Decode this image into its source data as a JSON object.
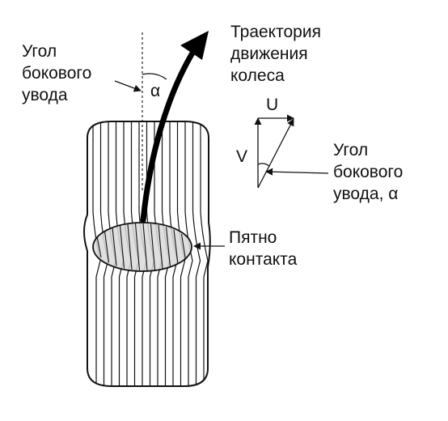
{
  "labels": {
    "slip_angle_left": [
      "Угол",
      "бокового",
      "увода"
    ],
    "alpha_symbol": "α",
    "trajectory": [
      "Траектория",
      "движения",
      "колеса"
    ],
    "vector_u": "U",
    "vector_v": "V",
    "slip_angle_right": [
      "Угол",
      "бокового",
      "увода, α"
    ],
    "contact_patch": [
      "Пятно",
      "контакта"
    ]
  },
  "colors": {
    "stroke": "#111111",
    "patch_fill": "#d9d9d9",
    "background": "#ffffff"
  }
}
